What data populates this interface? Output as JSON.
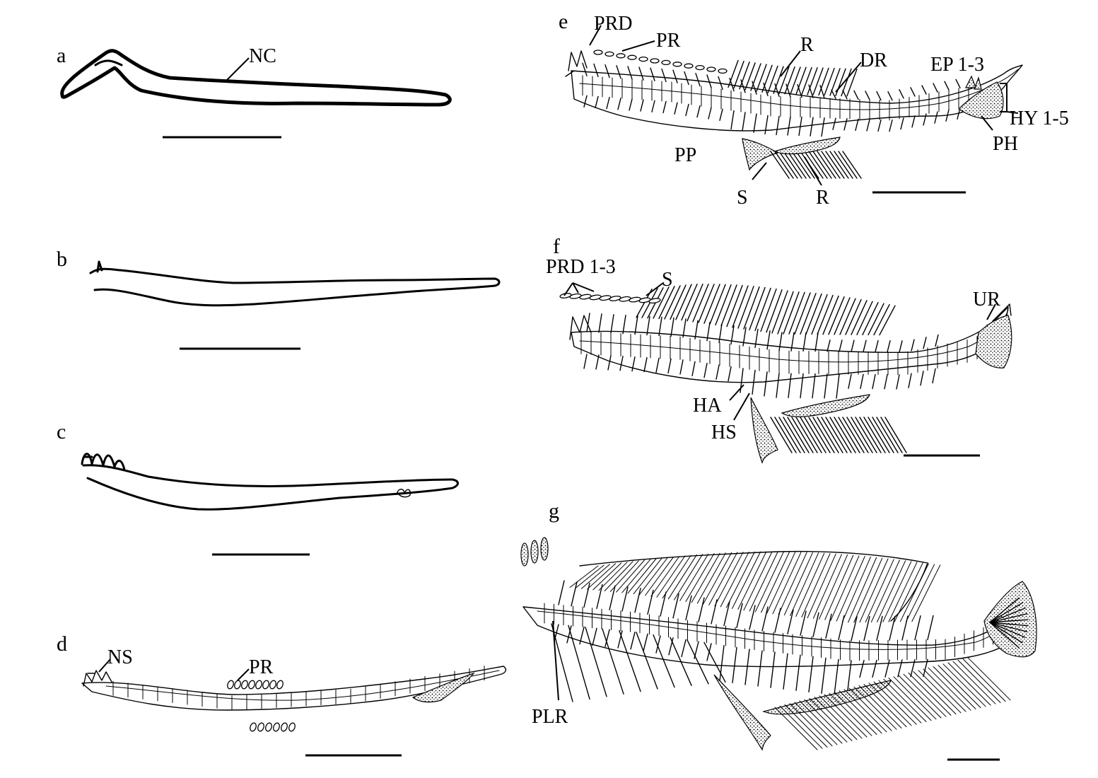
{
  "panels": [
    {
      "letter": "a",
      "labels": [
        "NC"
      ]
    },
    {
      "letter": "b",
      "labels": []
    },
    {
      "letter": "c",
      "labels": []
    },
    {
      "letter": "d",
      "labels": [
        "NS",
        "PR"
      ]
    },
    {
      "letter": "e",
      "labels": [
        "PRD",
        "PR",
        "R",
        "DR",
        "EP 1-3",
        "HY 1-5",
        "PH",
        "PP",
        "S",
        "R"
      ]
    },
    {
      "letter": "f",
      "labels": [
        "PRD 1-3",
        "S",
        "UR",
        "HA",
        "HS"
      ]
    },
    {
      "letter": "g",
      "labels": [
        "PLR"
      ]
    }
  ]
}
